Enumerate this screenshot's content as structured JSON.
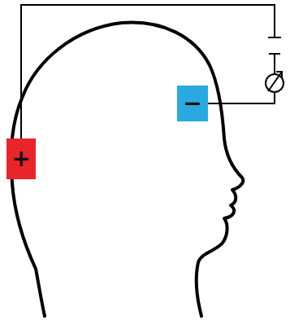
{
  "diagram": {
    "nodes": [
      {
        "text": [
          "+"
        ]
      },
      {
        "text": [
          "−"
        ]
      }
    ],
    "edges": [
      {
        "from": 0,
        "to": 1,
        "arrow": "none"
      }
    ]
  }
}
